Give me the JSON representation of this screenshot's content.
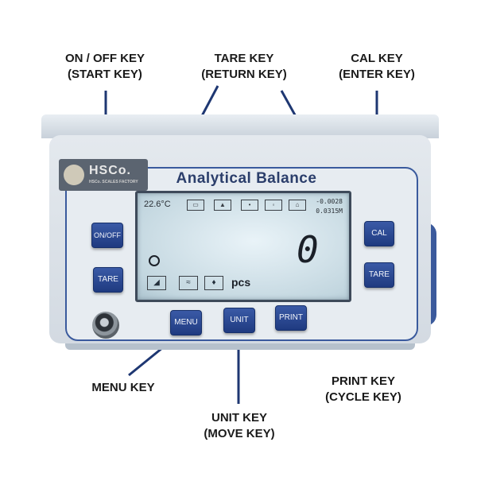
{
  "labels": {
    "on_off": [
      "ON / OFF KEY",
      "(START KEY)"
    ],
    "tare_top": [
      "TARE KEY",
      "(RETURN KEY)"
    ],
    "cal": [
      "CAL KEY",
      "(ENTER KEY)"
    ],
    "menu": [
      "MENU KEY"
    ],
    "unit": [
      "UNIT KEY",
      "(MOVE KEY)"
    ],
    "print": [
      "PRINT KEY",
      "(CYCLE KEY)"
    ]
  },
  "device": {
    "title": "Analytical Balance",
    "logo_text": "HSCo.",
    "logo_sub": "HSCo. SCALES FACTORY",
    "display": {
      "temperature": "22.6°C",
      "readout_top": "-0.0028",
      "readout_bottom": "0.0315M",
      "main_value": "0",
      "unit": "pcs"
    }
  },
  "keys": {
    "on_off": "ON/OFF",
    "tare_left": "TARE",
    "cal": "CAL",
    "tare_right": "TARE",
    "menu": "MENU",
    "unit": "UNIT",
    "print": "PRINT"
  },
  "colors": {
    "key_blue": "#2a4a95",
    "leader_line": "#1e3772",
    "panel_outline": "#3a5a9d"
  }
}
